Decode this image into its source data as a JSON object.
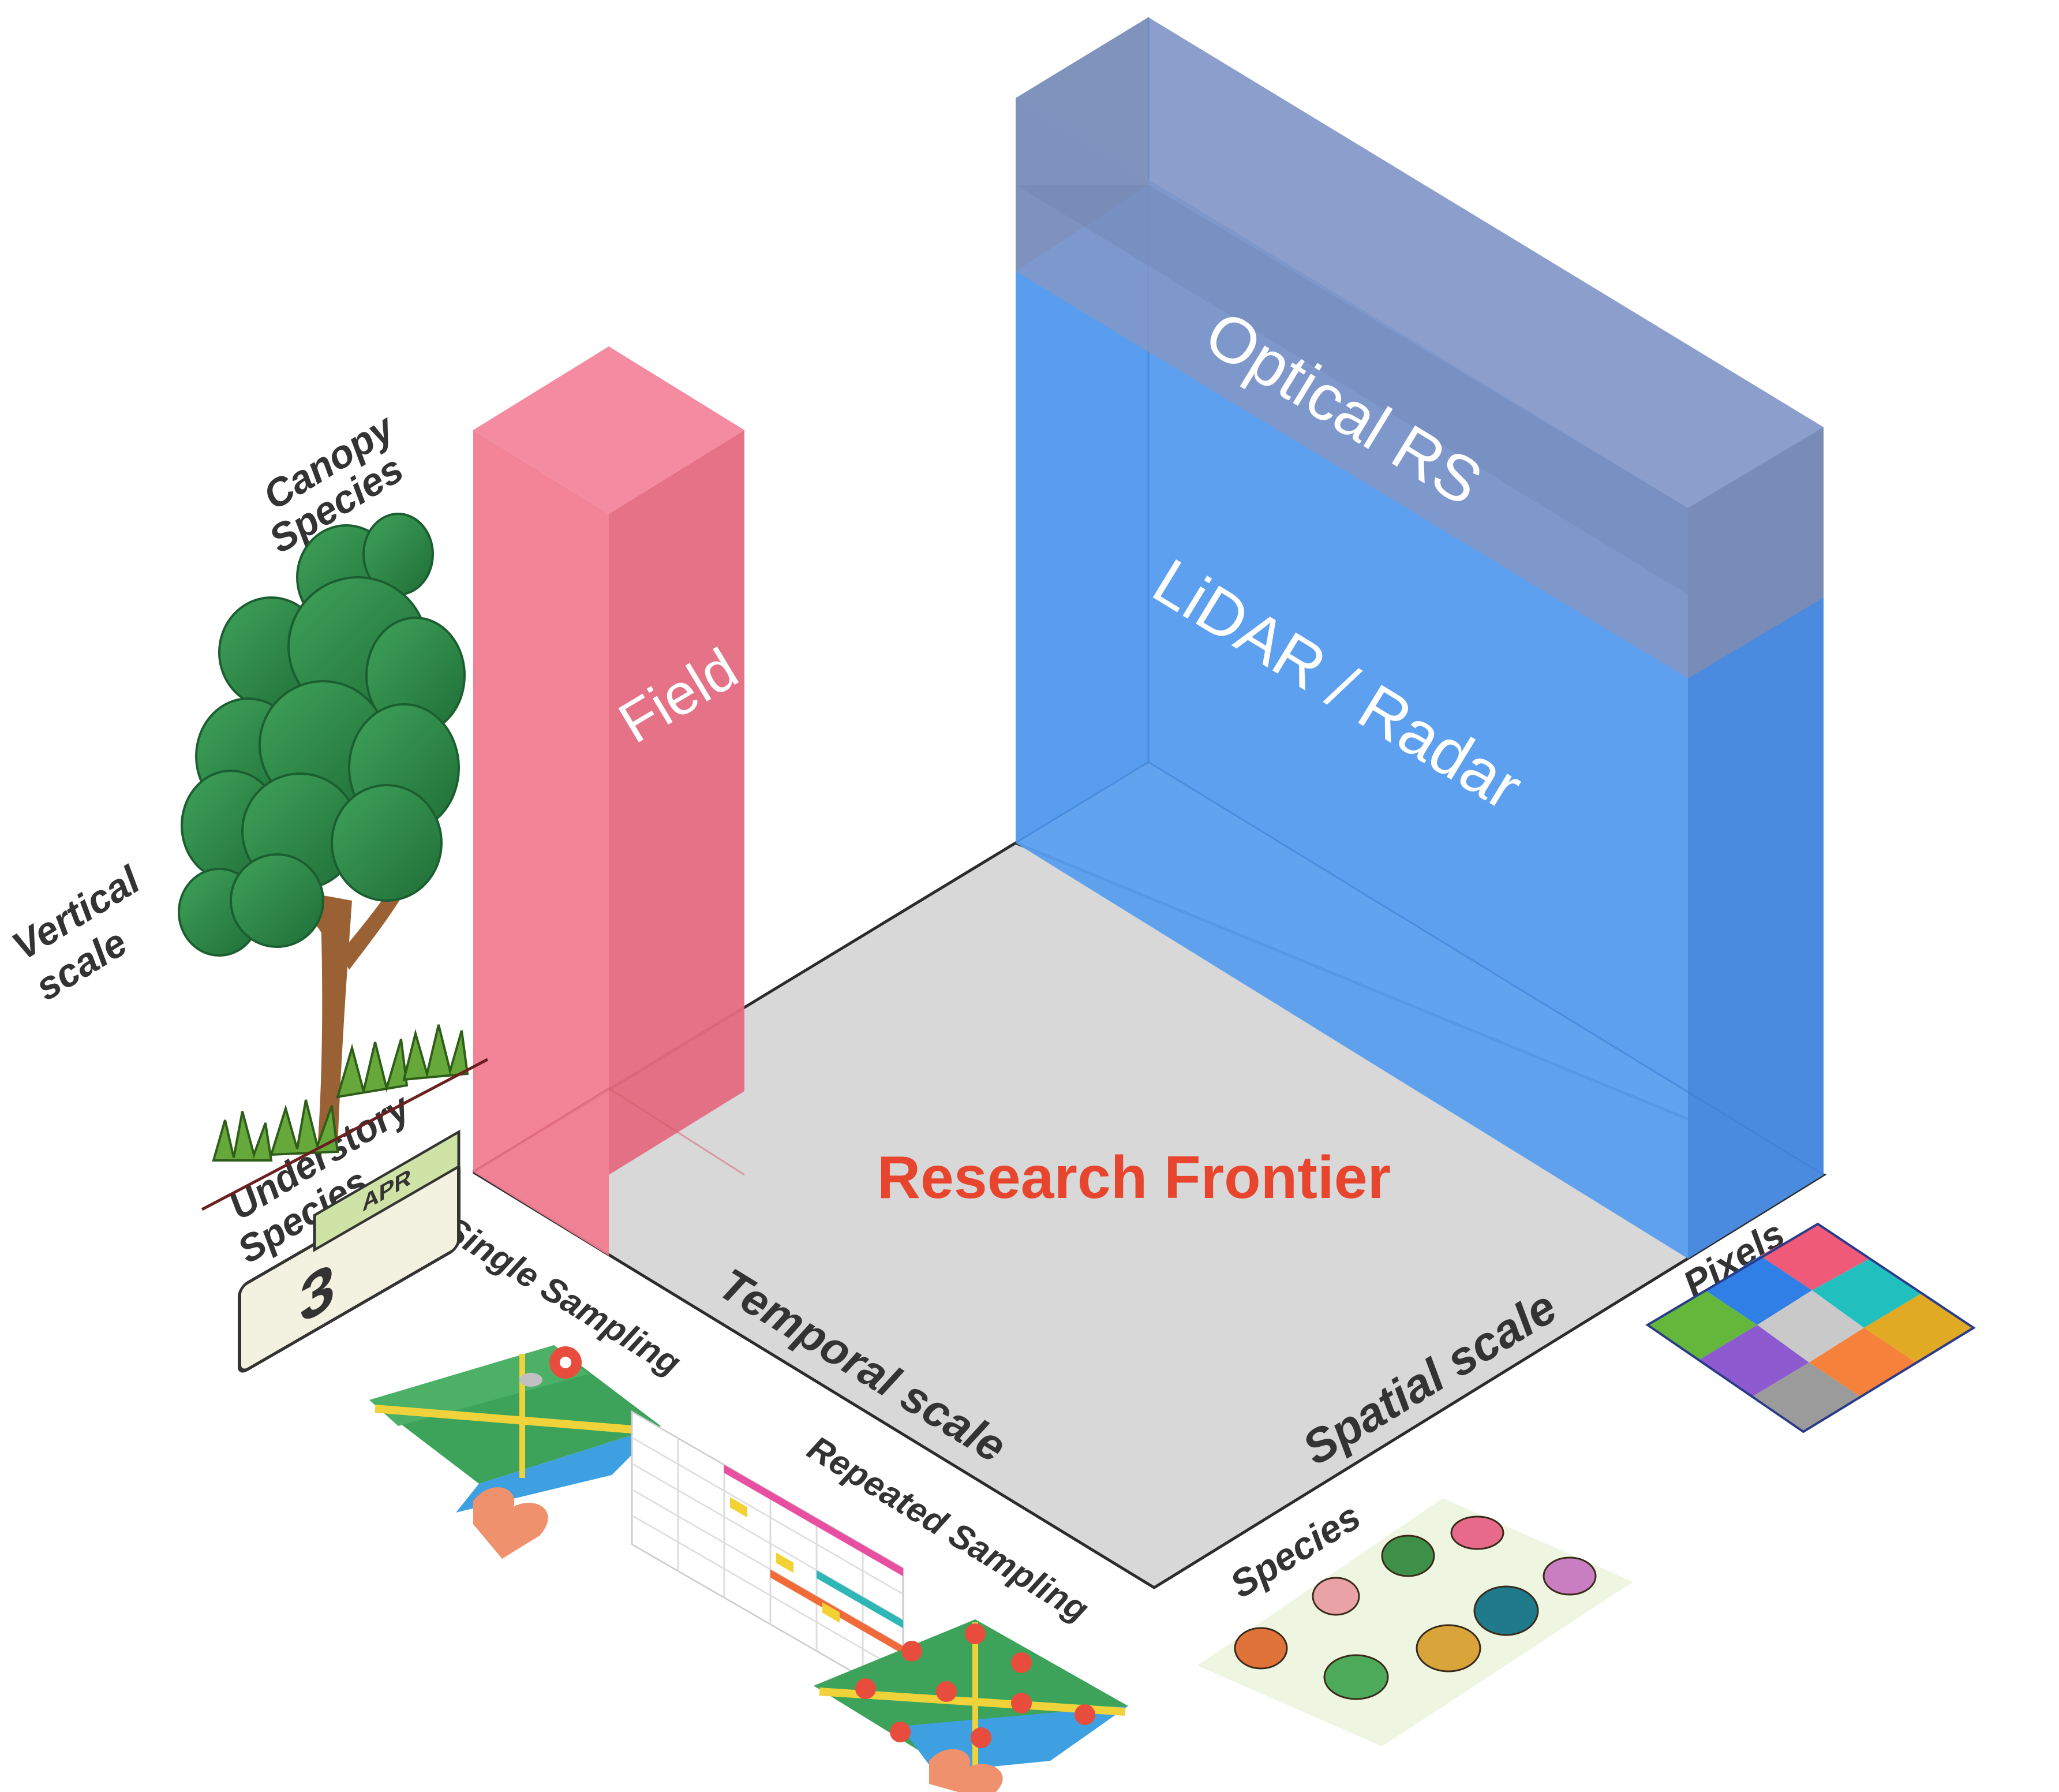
{
  "labels": {
    "optical": "Optical RS",
    "lidar": "LiDAR / Radar",
    "field": "Field",
    "frontier": "Research Frontier",
    "canopy_line1": "Canopy",
    "canopy_line2": "Species",
    "vertical_line1": "Vertical",
    "vertical_line2": "scale",
    "understory_line1": "Understory",
    "understory_line2": "Species",
    "single_sampling": "Single Sampling",
    "temporal_scale": "Temporal scale",
    "repeated_sampling": "Repeated Sampling",
    "spatial_scale": "Spatial scale",
    "species": "Species",
    "pixels": "Pixels",
    "calendar_month": "APR",
    "calendar_day": "3"
  },
  "colors": {
    "field_block": "#f06e86",
    "lidar_block": "#4d94ec",
    "optical_block": "#8596c4",
    "floor": "#d8d8d8",
    "frontier_text": "#e8452e",
    "axis_text": "#333333",
    "pixel_grid": [
      "#ef5a78",
      "#2f7fe6",
      "#22bfbf",
      "#63b83c",
      "#c9c9c9",
      "#e0aa24",
      "#8e5ad0",
      "#f5813b",
      "#9b9b9b"
    ]
  },
  "icons": {
    "tree": "tree-icon",
    "grass": "grass-icon",
    "calendar": "calendar-icon",
    "single_map": "map-pin-icon",
    "schedule": "schedule-grid-icon",
    "repeated_map": "map-multi-pin-icon",
    "species_sheet": "tree-species-icons",
    "pixels": "pixel-grid-icon"
  }
}
